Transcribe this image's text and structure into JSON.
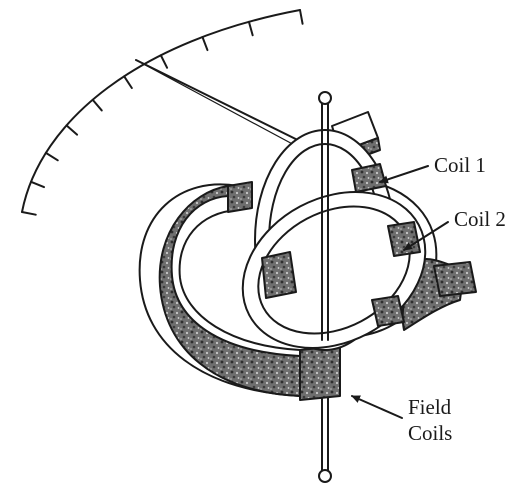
{
  "labels": {
    "coil1": "Coil 1",
    "coil2": "Coil 2",
    "field_line1": "Field",
    "field_line2": "Coils"
  },
  "scale": {
    "tick_count": 10
  },
  "colors": {
    "ink": "#1a1a1a",
    "paper": "#ffffff",
    "speckle": "#8a8a8a"
  },
  "top_text": "",
  "icons": [
    "arrow-right-icon"
  ]
}
